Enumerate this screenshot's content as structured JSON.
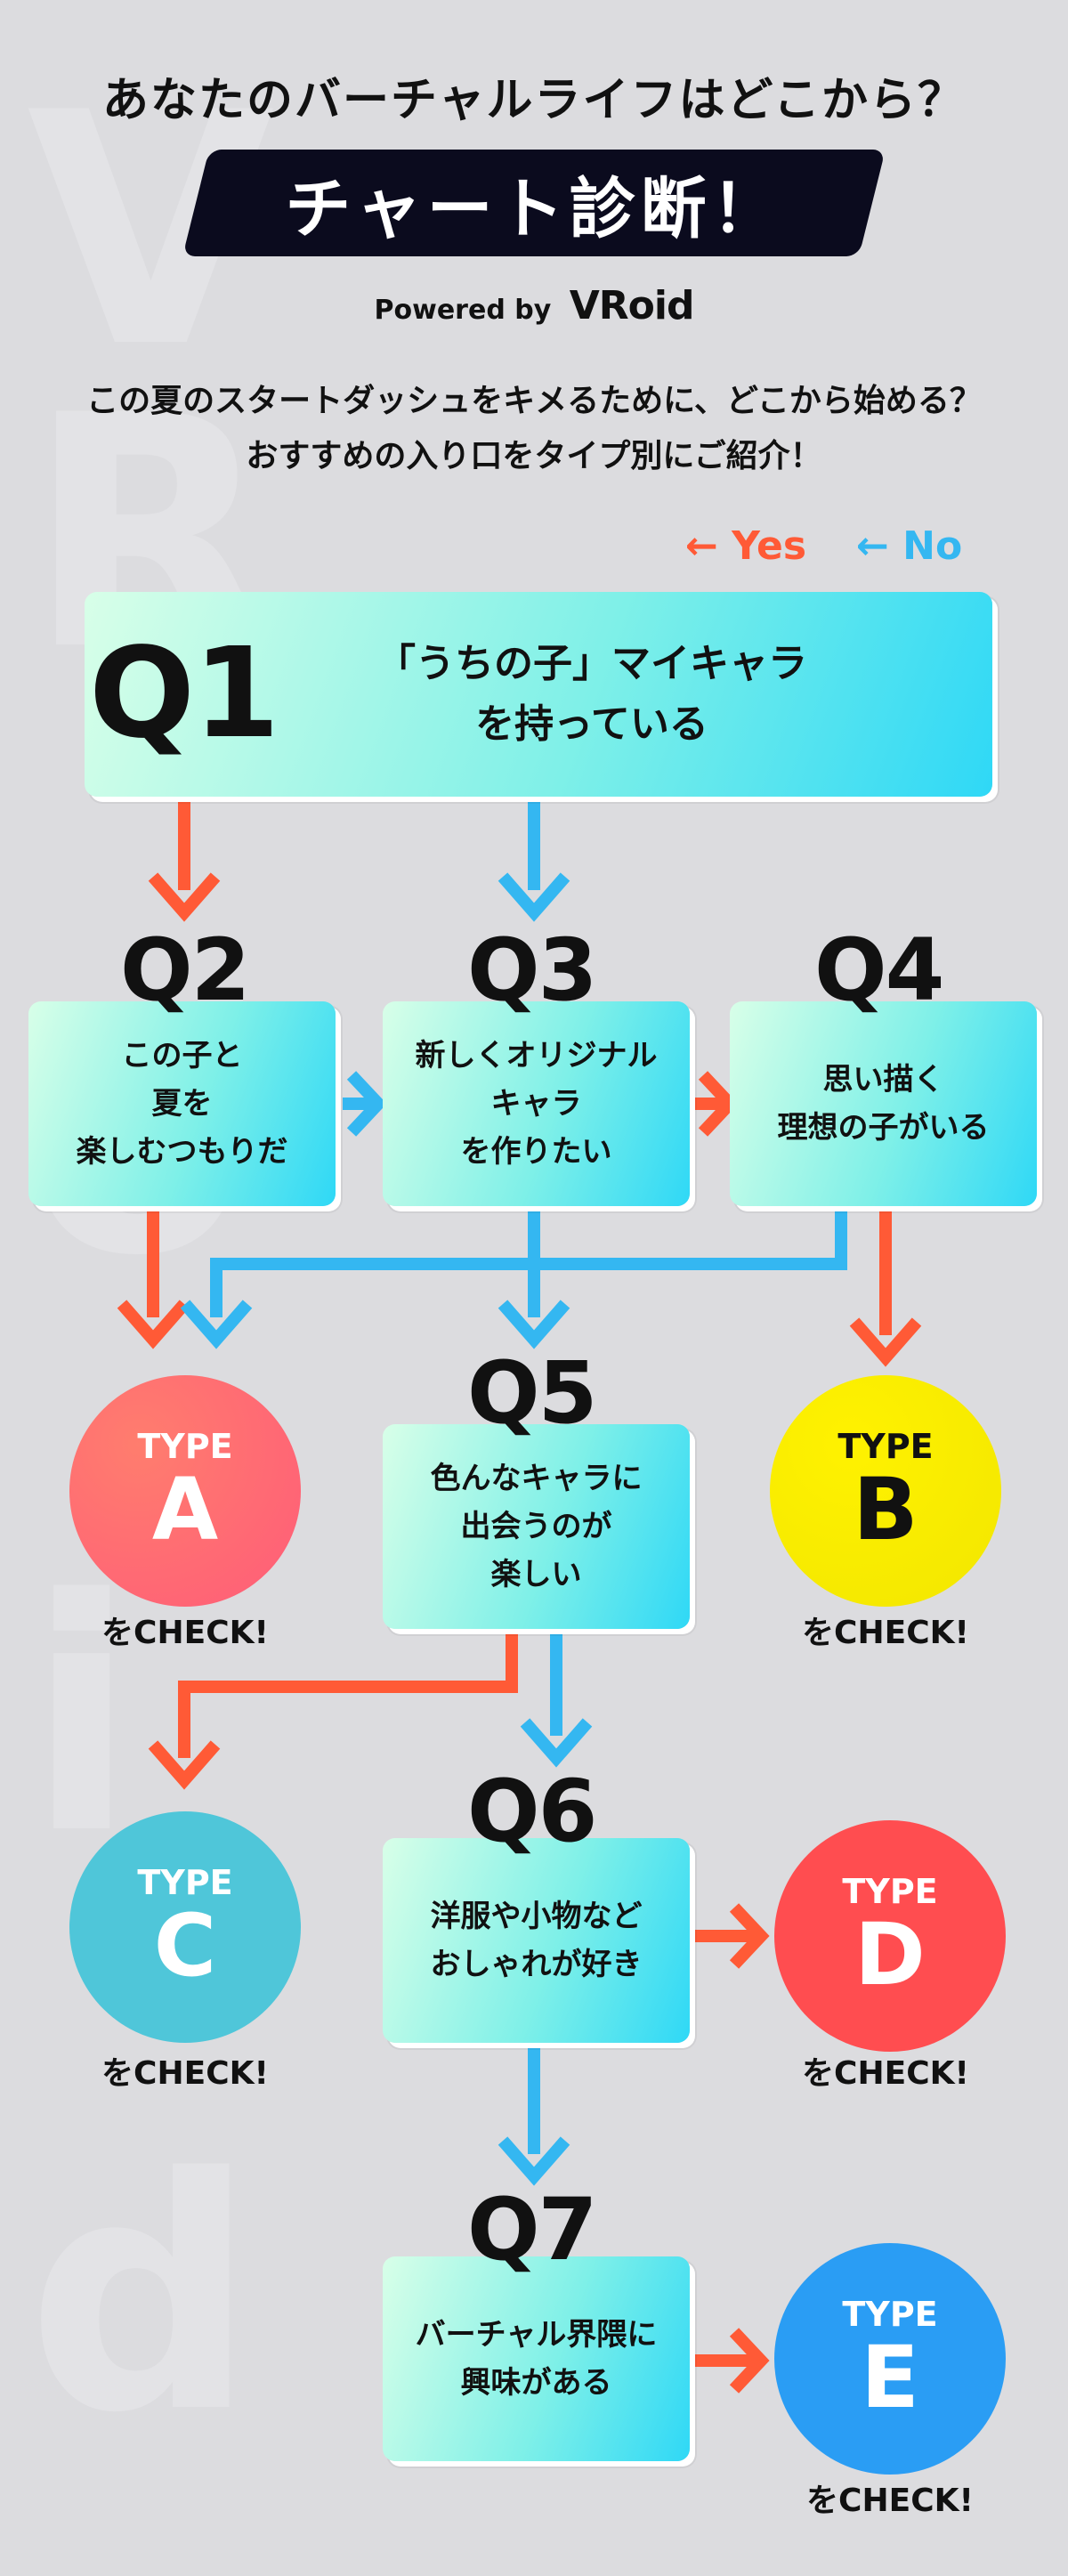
{
  "header": {
    "title": "あなたのバーチャルライフはどこから？",
    "banner": "チャート診断！",
    "powered_by": "Powered by",
    "brand": "VRoid"
  },
  "intro": {
    "line1": "この夏のスタートダッシュをキメるために、どこから始める？",
    "line2": "おすすめの入り口をタイプ別にご紹介！"
  },
  "legend": {
    "yes": "← Yes",
    "no": "← No",
    "yes_color": "#ff5a36",
    "no_color": "#34b7f1"
  },
  "questions": {
    "q1": {
      "label": "Q1",
      "line1": "「うちの子」マイキャラ",
      "line2": "を持っている"
    },
    "q2": {
      "label": "Q2",
      "line1": "この子と",
      "line2": "夏を",
      "line3": "楽しむつもりだ"
    },
    "q3": {
      "label": "Q3",
      "line1": "新しくオリジナル",
      "line2": "キャラ",
      "line3": "を作りたい"
    },
    "q4": {
      "label": "Q4",
      "line1": "思い描く",
      "line2": "理想の子がいる"
    },
    "q5": {
      "label": "Q5",
      "line1": "色んなキャラに",
      "line2": "出会うのが",
      "line3": "楽しい"
    },
    "q6": {
      "label": "Q6",
      "line1": "洋服や小物など",
      "line2": "おしゃれが好き"
    },
    "q7": {
      "label": "Q7",
      "line1": "バーチャル界隈に",
      "line2": "興味がある"
    }
  },
  "types": {
    "type_word": "TYPE",
    "check_label": "をCHECK!",
    "a": {
      "letter": "A",
      "color": "#ff6b6b"
    },
    "b": {
      "letter": "B",
      "color": "#f7ec00"
    },
    "c": {
      "letter": "C",
      "color": "#4fc6d9"
    },
    "d": {
      "letter": "D",
      "color": "#ff4d50"
    },
    "e": {
      "letter": "E",
      "color": "#2a9df4"
    }
  }
}
